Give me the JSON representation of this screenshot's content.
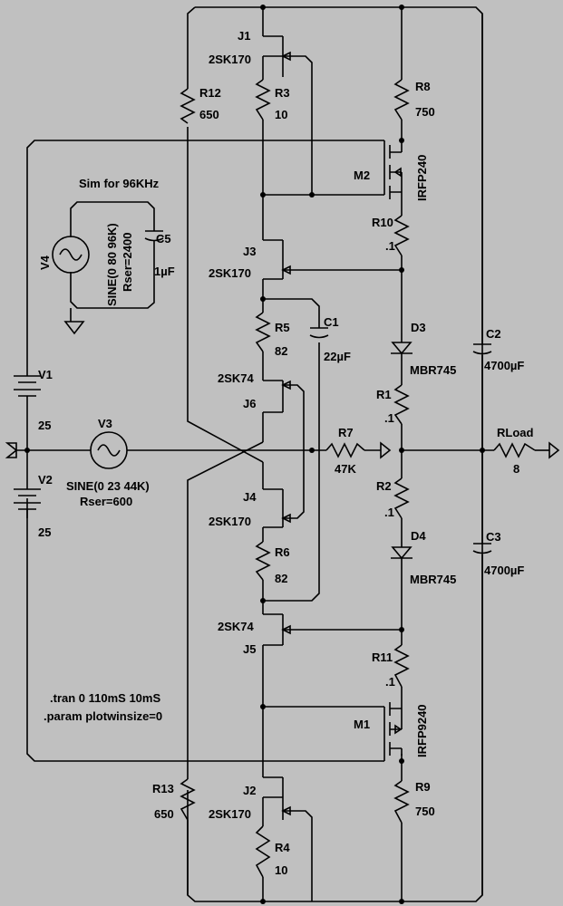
{
  "title": "Sim for 96KHz",
  "directives": [
    ".tran 0 110mS 10mS",
    ".param plotwinsize=0"
  ],
  "components": {
    "J1": {
      "ref": "J1",
      "model": "2SK170"
    },
    "J2": {
      "ref": "J2",
      "model": "2SK170"
    },
    "J3": {
      "ref": "J3",
      "model": "2SK170"
    },
    "J4": {
      "ref": "J4",
      "model": "2SK170"
    },
    "J5": {
      "ref": "J5",
      "model": "2SK74"
    },
    "J6": {
      "ref": "J6",
      "model": "2SK74"
    },
    "M1": {
      "ref": "M1",
      "model": "IRFP9240"
    },
    "M2": {
      "ref": "M2",
      "model": "IRFP240"
    },
    "R1": {
      "ref": "R1",
      "value": ".1"
    },
    "R2": {
      "ref": "R2",
      "value": ".1"
    },
    "R3": {
      "ref": "R3",
      "value": "10"
    },
    "R4": {
      "ref": "R4",
      "value": "10"
    },
    "R5": {
      "ref": "R5",
      "value": "82"
    },
    "R6": {
      "ref": "R6",
      "value": "82"
    },
    "R7": {
      "ref": "R7",
      "value": "47K"
    },
    "R8": {
      "ref": "R8",
      "value": "750"
    },
    "R9": {
      "ref": "R9",
      "value": "750"
    },
    "R10": {
      "ref": "R10",
      "value": ".1"
    },
    "R11": {
      "ref": "R11",
      "value": ".1"
    },
    "R12": {
      "ref": "R12",
      "value": "650"
    },
    "R13": {
      "ref": "R13",
      "value": "650"
    },
    "RLoad": {
      "ref": "RLoad",
      "value": "8"
    },
    "C1": {
      "ref": "C1",
      "value": "22µF"
    },
    "C2": {
      "ref": "C2",
      "value": "4700µF"
    },
    "C3": {
      "ref": "C3",
      "value": "4700µF"
    },
    "C5": {
      "ref": "C5",
      "value": "1µF"
    },
    "D3": {
      "ref": "D3",
      "model": "MBR745"
    },
    "D4": {
      "ref": "D4",
      "model": "MBR745"
    },
    "V1": {
      "ref": "V1",
      "value": "25"
    },
    "V2": {
      "ref": "V2",
      "value": "25"
    },
    "V3": {
      "ref": "V3",
      "value": "SINE(0 23 44K)",
      "extra": "Rser=600"
    },
    "V4": {
      "ref": "V4",
      "value": "SINE(0 80 96K)",
      "extra": "Rser=2400"
    }
  }
}
